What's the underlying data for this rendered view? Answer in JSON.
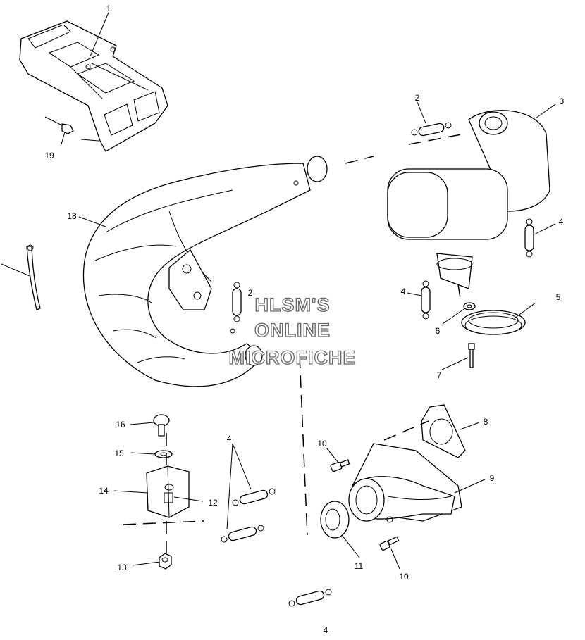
{
  "callouts": [
    {
      "id": "c1",
      "text": "1"
    },
    {
      "id": "c2a",
      "text": "2"
    },
    {
      "id": "c2b",
      "text": "2"
    },
    {
      "id": "c3",
      "text": "3"
    },
    {
      "id": "c4a",
      "text": "4"
    },
    {
      "id": "c4b",
      "text": "4"
    },
    {
      "id": "c4c",
      "text": "4"
    },
    {
      "id": "c4d",
      "text": "4"
    },
    {
      "id": "c5",
      "text": "5"
    },
    {
      "id": "c6",
      "text": "6"
    },
    {
      "id": "c7",
      "text": "7"
    },
    {
      "id": "c8",
      "text": "8"
    },
    {
      "id": "c9",
      "text": "9"
    },
    {
      "id": "c10a",
      "text": "10"
    },
    {
      "id": "c10b",
      "text": "10"
    },
    {
      "id": "c11",
      "text": "11"
    },
    {
      "id": "c12",
      "text": "12"
    },
    {
      "id": "c13",
      "text": "13"
    },
    {
      "id": "c14",
      "text": "14"
    },
    {
      "id": "c15",
      "text": "15"
    },
    {
      "id": "c16",
      "text": "16"
    },
    {
      "id": "c18",
      "text": "18"
    },
    {
      "id": "c19",
      "text": "19"
    }
  ],
  "watermark": {
    "line1": "HLSM'S",
    "line2": "ONLINE",
    "line3": "MICROFICHE"
  }
}
